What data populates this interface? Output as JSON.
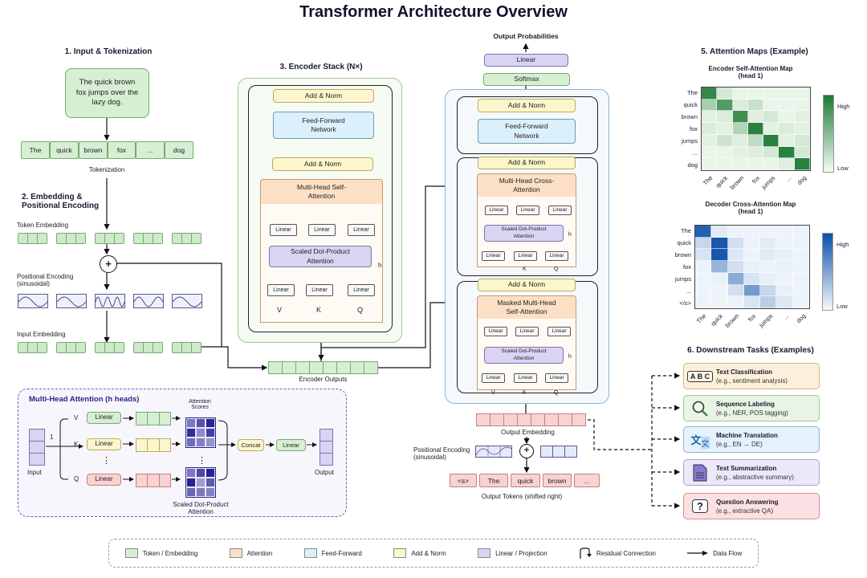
{
  "title": "Transformer Architecture Overview",
  "input": {
    "heading": "1. Input & Tokenization",
    "sentence": "The quick brown fox jumps over the lazy dog.",
    "tokens": [
      "The",
      "quick",
      "brown",
      "fox",
      "...",
      "dog"
    ],
    "tokenization_label": "Tokenization"
  },
  "embedding": {
    "heading": "2. Embedding & Positional Encoding",
    "token_embedding_label": "Token Embedding",
    "positional_label": "Positional Encoding (sinusoidal)",
    "input_embedding_label": "Input Embedding",
    "plus": "+"
  },
  "encoder": {
    "heading": "3. Encoder Stack (N×)",
    "add_norm_top": "Add & Norm",
    "ffn": "Feed-Forward Network",
    "add_norm_mid": "Add & Norm",
    "mha": "Multi-Head Self-Attention",
    "linear": "Linear",
    "sdpa": "Scaled Dot-Product Attention",
    "h": "h",
    "v": "V",
    "k": "K",
    "q": "Q",
    "outputs_label": "Encoder Outputs"
  },
  "decoder": {
    "output_probabilities": "Output Probabilities",
    "linear": "Linear",
    "softmax": "Softmax",
    "add_norm_1": "Add & Norm",
    "ffn": "Feed-Forward Network",
    "add_norm_2": "Add & Norm",
    "cross_attention": "Multi-Head Cross-Attention",
    "add_norm_3": "Add & Norm",
    "masked_attention": "Masked Multi-Head Self-Attention",
    "sdpa": "Scaled Dot-Product Attention",
    "h": "h",
    "v": "V",
    "k": "K",
    "q": "Q",
    "output_embedding_label": "Output Embedding",
    "positional_label": "Positional Encoding (sinusoidal)",
    "plus": "+",
    "output_tokens": [
      "<s>",
      "The",
      "quick",
      "brown",
      "..."
    ],
    "output_tokens_label": "Output Tokens (shifted right)"
  },
  "attention_maps": {
    "heading": "5. Attention Maps (Example)",
    "encoder_map": {
      "title": "Encoder Self-Attention Map",
      "subtitle": "(head 1)",
      "rows": [
        "The",
        "quick",
        "brown",
        "fox",
        "jumps",
        "...",
        "dog"
      ],
      "cols": [
        "The",
        "quick",
        "brown",
        "fox",
        "jumps",
        "...",
        "dog"
      ],
      "values": [
        [
          0.9,
          0.15,
          0.05,
          0.05,
          0.05,
          0.05,
          0.05
        ],
        [
          0.35,
          0.75,
          0.12,
          0.2,
          0.05,
          0.05,
          0.05
        ],
        [
          0.08,
          0.12,
          0.85,
          0.1,
          0.15,
          0.05,
          0.08
        ],
        [
          0.12,
          0.08,
          0.3,
          0.95,
          0.08,
          0.12,
          0.08
        ],
        [
          0.08,
          0.18,
          0.1,
          0.25,
          0.95,
          0.08,
          0.15
        ],
        [
          0.05,
          0.05,
          0.08,
          0.1,
          0.15,
          0.95,
          0.15
        ],
        [
          0.05,
          0.05,
          0.05,
          0.05,
          0.05,
          0.1,
          0.95
        ]
      ],
      "colorbar_high": "High",
      "colorbar_low": "Low",
      "color_high": "#1e7a36",
      "color_low": "#f4fbf2"
    },
    "decoder_map": {
      "title": "Decoder Cross-Attention Map",
      "subtitle": "(head 1)",
      "rows": [
        "The",
        "quick",
        "brown",
        "fox",
        "jumps",
        "...",
        "</s>"
      ],
      "cols": [
        "The",
        "quick",
        "brown",
        "fox",
        "jumps",
        "...",
        "dog"
      ],
      "values": [
        [
          0.9,
          0.08,
          0.03,
          0.03,
          0.03,
          0.03,
          0.03
        ],
        [
          0.2,
          0.95,
          0.15,
          0.03,
          0.08,
          0.03,
          0.03
        ],
        [
          0.12,
          0.95,
          0.1,
          0.03,
          0.08,
          0.05,
          0.03
        ],
        [
          0.03,
          0.4,
          0.15,
          0.05,
          0.03,
          0.05,
          0.03
        ],
        [
          0.03,
          0.05,
          0.45,
          0.12,
          0.05,
          0.03,
          0.03
        ],
        [
          0.03,
          0.03,
          0.15,
          0.55,
          0.2,
          0.05,
          0.03
        ],
        [
          0.03,
          0.03,
          0.03,
          0.12,
          0.25,
          0.1,
          0.03
        ]
      ],
      "colorbar_high": "High",
      "colorbar_low": "Low",
      "color_high": "#0d4fa8",
      "color_low": "#f4f8fd"
    }
  },
  "tasks": {
    "heading": "6. Downstream Tasks (Examples)",
    "items": [
      {
        "title": "Text Classification",
        "subtitle": "(e.g., sentiment analysis)",
        "icon": "abc-icon",
        "icon_text": "A B C"
      },
      {
        "title": "Sequence Labeling",
        "subtitle": "(e.g., NER, POS tagging)",
        "icon": "magnifier-icon"
      },
      {
        "title": "Machine Translation",
        "subtitle": "(e.g., EN → DE)",
        "icon": "translate-icon"
      },
      {
        "title": "Text Summarization",
        "subtitle": "(e.g., abstractive summary)",
        "icon": "document-icon"
      },
      {
        "title": "Question Answering",
        "subtitle": "(e.g., extractive QA)",
        "icon": "question-icon",
        "icon_text": "?"
      }
    ]
  },
  "mha_panel": {
    "heading": "Multi-Head Attention (h heads)",
    "input_label": "Input",
    "output_label": "Output",
    "one": "1",
    "v": "V",
    "k": "K",
    "q": "Q",
    "linear": "Linear",
    "dots": "⋮",
    "scores_label": "Attention Scores",
    "sdpa_label": "Scaled Dot-Product Attention",
    "concat": "Concat"
  },
  "legend": {
    "items": [
      {
        "label": "Token / Embedding",
        "color": "#d6efd2"
      },
      {
        "label": "Attention",
        "color": "#fbe0c6"
      },
      {
        "label": "Feed-Forward",
        "color": "#dcf0fb"
      },
      {
        "label": "Add & Norm",
        "color": "#fcf6cc"
      },
      {
        "label": "Linear / Projection",
        "color": "#d9d4f2"
      }
    ],
    "residual_label": "Residual Connection",
    "flow_label": "Data Flow"
  }
}
